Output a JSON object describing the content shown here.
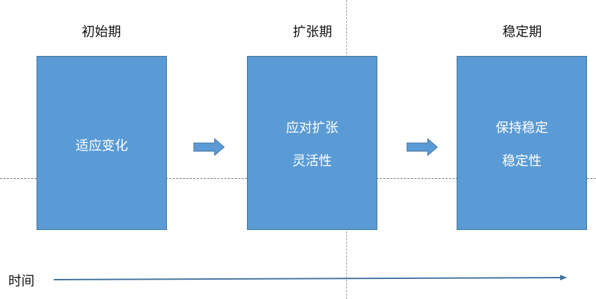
{
  "stages": [
    {
      "title": "初始期",
      "lines": [
        "适应变化"
      ]
    },
    {
      "title": "扩张期",
      "lines": [
        "应对扩张",
        "灵活性"
      ]
    },
    {
      "title": "稳定期",
      "lines": [
        "保持稳定",
        "稳定性"
      ]
    }
  ],
  "timeline": {
    "label": "时间"
  },
  "colors": {
    "box_fill": "#5b9bd5",
    "box_border": "#41719c",
    "arrow_fill": "#5b9bd5",
    "timeline_stroke": "#41719c"
  }
}
